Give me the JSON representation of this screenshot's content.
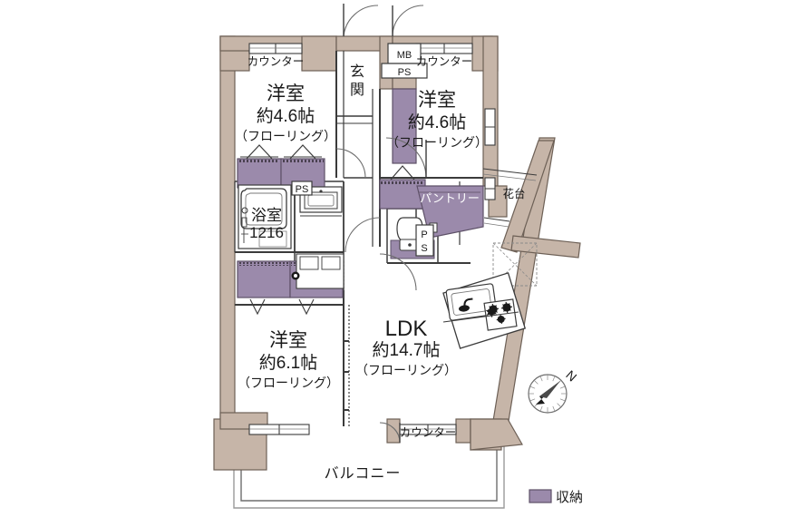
{
  "plan": {
    "title": "residential-floor-plan",
    "colors": {
      "wall": "#c6b5a8",
      "wall_stroke": "#6d6056",
      "storage": "#9b8aab",
      "storage_stroke": "#5e5168",
      "line": "#3b3b3b",
      "thin_line": "#7a7a7a",
      "background": "#ffffff"
    }
  },
  "rooms": [
    {
      "id": "bedroom-top-left",
      "name": "洋室",
      "size": "約4.6帖",
      "floor": "（フローリング）"
    },
    {
      "id": "bedroom-top-right",
      "name": "洋室",
      "size": "約4.6帖",
      "floor": "（フローリング）"
    },
    {
      "id": "bedroom-bottom-left",
      "name": "洋室",
      "size": "約6.1帖",
      "floor": "（フローリング）"
    },
    {
      "id": "ldk",
      "name": "LDK",
      "size": "約14.7帖",
      "floor": "（フローリング）"
    }
  ],
  "labels": {
    "counter_top_left": "カウンター",
    "counter_top_right": "カウンター",
    "counter_bottom": "カウンター",
    "entrance_char1": "玄",
    "entrance_char2": "関",
    "mb": "MB",
    "ps_entrance": "PS",
    "ps_bath": "PS",
    "ps_toilet_char1": "P",
    "ps_toilet_char2": "S",
    "bathroom_name": "浴室",
    "bathroom_size": "1216",
    "pantry": "パントリー",
    "flower_stand": "花台",
    "balcony": "バルコニー"
  },
  "legend": {
    "storage_label": "収納",
    "swatch_color": "#9b8aab"
  },
  "compass": {
    "north_label": "N",
    "icon": "compass-rose-icon"
  }
}
